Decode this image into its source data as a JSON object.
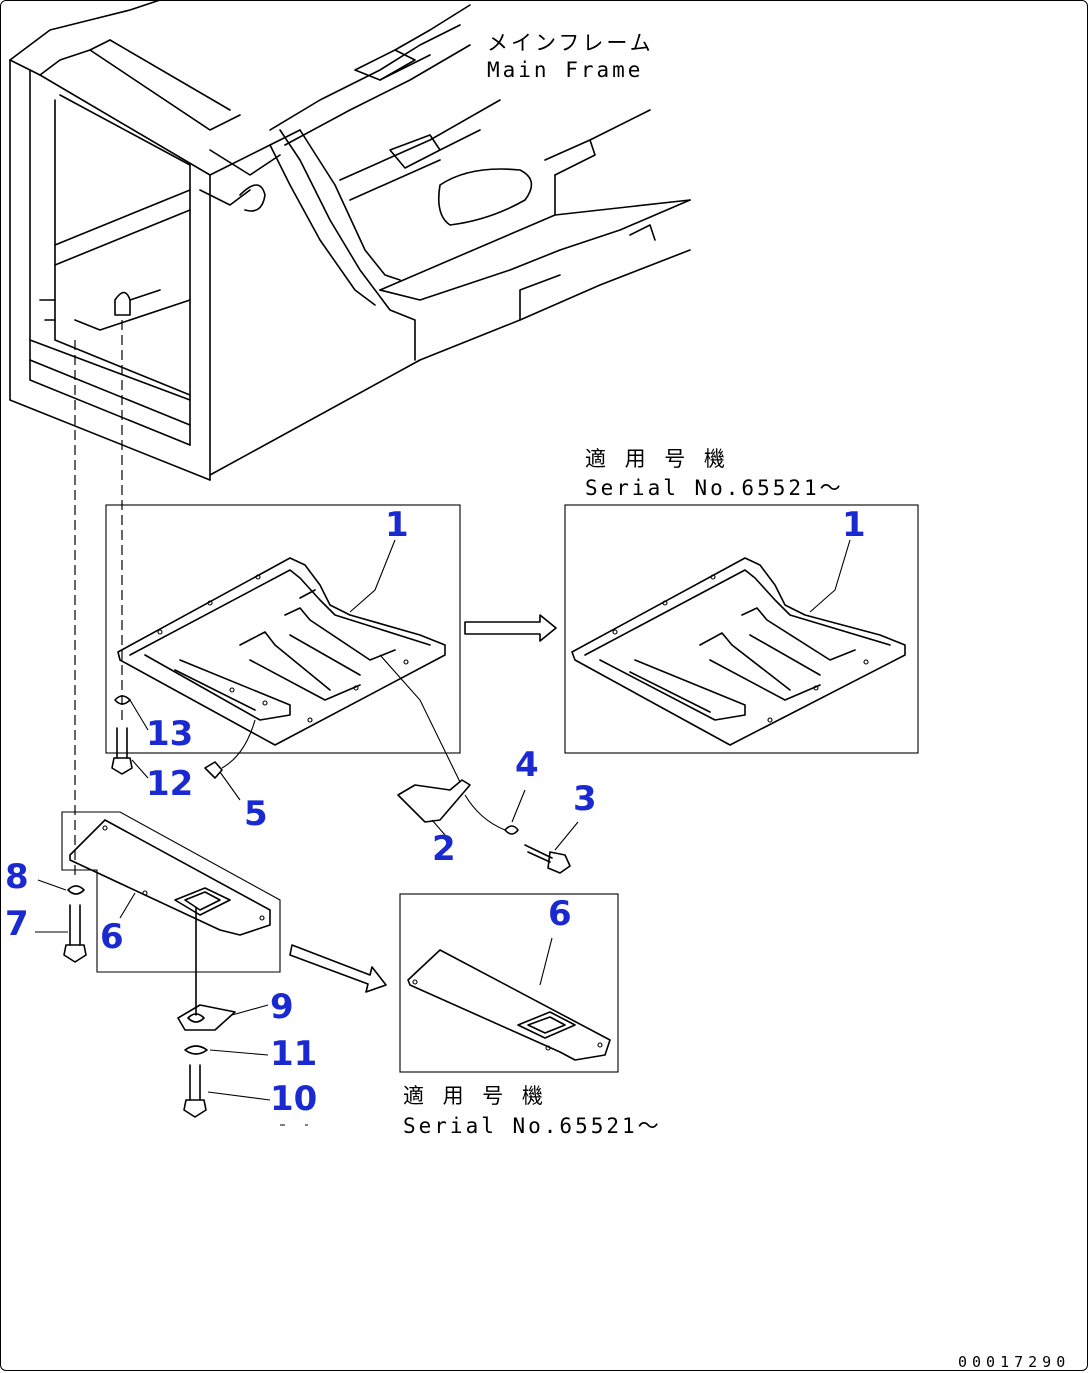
{
  "labels": {
    "main_frame_jp": "メインフレーム",
    "main_frame_en": "Main Frame",
    "serial_jp": "適 用 号 機",
    "serial_en": "Serial No.65521～",
    "serial2_jp": "適 用 号 機",
    "serial2_en": "Serial No.65521～",
    "drawing_code": "00017290"
  },
  "callouts": {
    "c1a": "1",
    "c1b": "1",
    "c2": "2",
    "c3": "3",
    "c4": "4",
    "c5": "5",
    "c6a": "6",
    "c6b": "6",
    "c7": "7",
    "c8": "8",
    "c9": "9",
    "c10": "10",
    "c11": "11",
    "c12": "12",
    "c13": "13"
  },
  "colors": {
    "callout": "#1a2ad0",
    "line": "#000000"
  }
}
